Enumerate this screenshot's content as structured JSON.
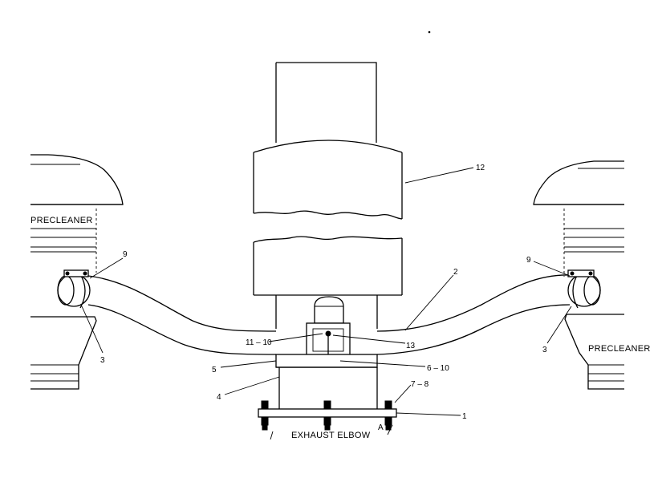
{
  "labels": {
    "precleaner_left": "PRECLEANER",
    "precleaner_right": "PRECLEANER",
    "exhaust_elbow": "EXHAUST ELBOW",
    "callout_1": "1",
    "callout_2": "2",
    "callout_3_left": "3",
    "callout_3_right": "3",
    "callout_4": "4",
    "callout_5": "5",
    "callout_6_10": "6 – 10",
    "callout_7_8": "7 – 8",
    "callout_9_left": "9",
    "callout_9_right": "9",
    "callout_11_10": "11 – 10",
    "callout_12": "12",
    "callout_13": "13",
    "view_mark": "A"
  }
}
